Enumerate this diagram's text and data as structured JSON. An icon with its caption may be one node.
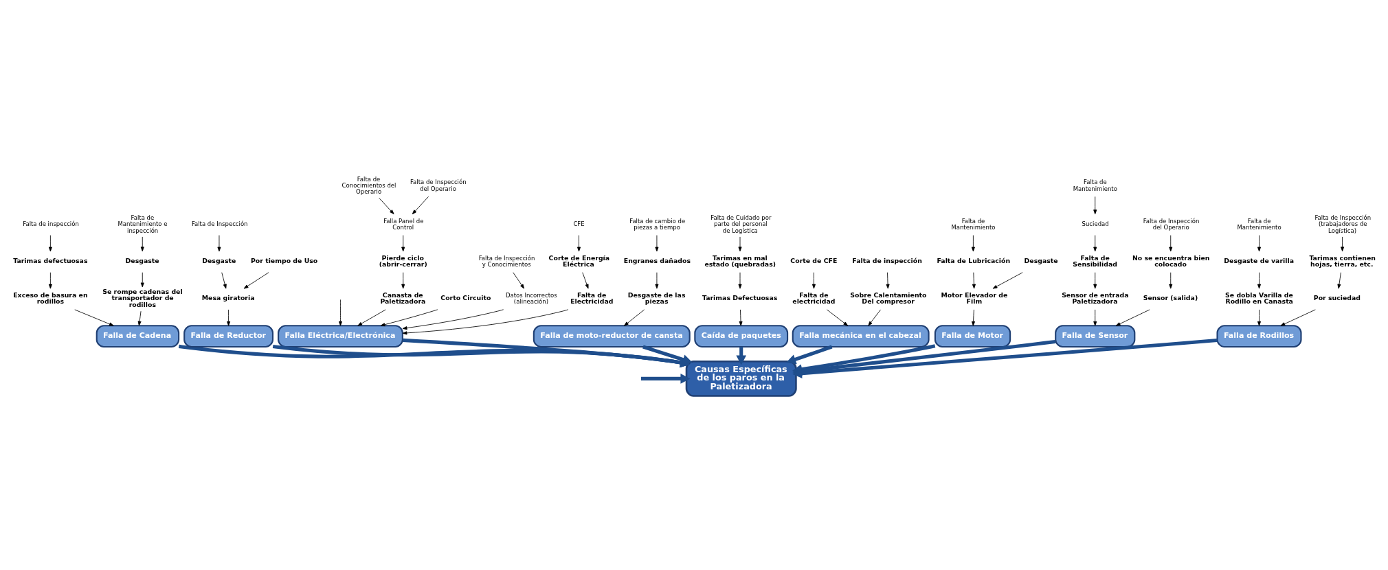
{
  "diagram": {
    "nodes": [
      {
        "text": [
          "Falla de Cadena"
        ]
      },
      {
        "text": [
          "Exceso de basura en rodillos"
        ]
      },
      {
        "text": [
          "Falta de inspección"
        ]
      },
      {
        "text": [
          "Tarimas defectuosas"
        ]
      },
      {
        "text": [
          "Falta de Mantenimiento e inspección"
        ]
      },
      {
        "text": [
          "Desgaste"
        ]
      },
      {
        "text": [
          "Se rompe cadenas del transportador de rodillos"
        ]
      },
      {
        "text": [
          "Falla de Reductor"
        ]
      },
      {
        "text": [
          "Desgaste"
        ]
      },
      {
        "text": [
          "Falta de Inspección"
        ]
      },
      {
        "text": [
          "Mesa giratoria"
        ]
      },
      {
        "text": [
          "Por tiempo de Uso"
        ]
      },
      {
        "text": [
          "Falla Eléctrica/Electrónica"
        ]
      },
      {
        "text": [
          "Canasta de Paletizadora"
        ]
      },
      {
        "text": [
          "Pierde ciclo (abrir-cerrar)"
        ]
      },
      {
        "text": [
          "Falla Panel de Control"
        ]
      },
      {
        "text": [
          "Falta de Conocimientos del Operario"
        ]
      },
      {
        "text": [
          "Falta de Inspección del Operario"
        ]
      },
      {
        "text": [
          "Corto Circuito"
        ]
      },
      {
        "text": [
          "Falta de Inspección y Conocimientos"
        ]
      },
      {
        "text": [
          "Datos Incorrectos (alineación)"
        ]
      },
      {
        "text": [
          "Corte de Energía Eléctrica"
        ]
      },
      {
        "text": [
          "CFE"
        ]
      },
      {
        "text": [
          "Falta de Electricidad"
        ]
      },
      {
        "text": [
          "Falla de moto-reductor de cansta"
        ]
      },
      {
        "text": [
          "Desgaste de las piezas"
        ]
      },
      {
        "text": [
          "Falta de cambio de piezas a tiempo"
        ]
      },
      {
        "text": [
          "Engranes dañados"
        ]
      },
      {
        "text": [
          "Causas Específicas de los paros en la Paletizadora"
        ]
      },
      {
        "text": [
          "Caída de paquetes"
        ]
      },
      {
        "text": [
          "Tarimas en mal estado (quebradas)"
        ]
      },
      {
        "text": [
          "Falta de Cuidado por parte del personal de Logística"
        ]
      },
      {
        "text": [
          "Tarimas Defectuosas"
        ]
      },
      {
        "text": [
          "Falla mecánica en el cabezal"
        ]
      },
      {
        "text": [
          "Corte de CFE"
        ]
      },
      {
        "text": [
          "Falta de electricidad"
        ]
      },
      {
        "text": [
          "Sobre Calentamiento Del compresor"
        ]
      },
      {
        "text": [
          "Falta de inspección"
        ]
      },
      {
        "text": [
          "Falla de Motor"
        ]
      },
      {
        "text": [
          "Motor Elevador de Film"
        ]
      },
      {
        "text": [
          "Falta de Lubricación"
        ]
      },
      {
        "text": [
          "Desgaste"
        ]
      },
      {
        "text": [
          "Falta de Mantenimiento"
        ]
      },
      {
        "text": [
          "Falla de Sensor"
        ]
      },
      {
        "text": [
          "Falta de Sensibilidad"
        ]
      },
      {
        "text": [
          "Suciedad"
        ]
      },
      {
        "text": [
          "Falta de Mantenimiento"
        ]
      },
      {
        "text": [
          "Sensor de entrada Paletizadora"
        ]
      },
      {
        "text": [
          "Sensor (salida)"
        ]
      },
      {
        "text": [
          "Falta de Inspección del Operario"
        ]
      },
      {
        "text": [
          "No se encuentra bien colocado"
        ]
      },
      {
        "text": [
          "Falla de Rodillos"
        ]
      },
      {
        "text": [
          "Desgaste de varilla"
        ]
      },
      {
        "text": [
          "Falta de Mantenimiento"
        ]
      },
      {
        "text": [
          "Se dobla Varilla de Rodillo en Canasta"
        ]
      },
      {
        "text": [
          "Tarimas contienen hojas, tierra, etc."
        ]
      },
      {
        "text": [
          "Falta de Inspección (trabajadores de Logística)"
        ]
      },
      {
        "text": [
          "Por suciedad"
        ]
      }
    ],
    "edges": [
      {
        "from": null,
        "to": 28,
        "arrow": "to",
        "style": "thick",
        "color": "#1f4e8c"
      },
      {
        "from": 0,
        "to": 28,
        "arrow": "to",
        "style": "thick",
        "color": "#1f4e8c"
      },
      {
        "from": 7,
        "to": 28,
        "arrow": "to",
        "style": "thick",
        "color": "#1f4e8c"
      },
      {
        "from": 12,
        "to": 28,
        "arrow": "to",
        "style": "thick",
        "color": "#1f4e8c"
      },
      {
        "from": 24,
        "to": 28,
        "arrow": "to",
        "style": "thick",
        "color": "#1f4e8c"
      },
      {
        "from": 29,
        "to": 28,
        "arrow": "to",
        "style": "thick",
        "color": "#1f4e8c"
      },
      {
        "from": 33,
        "to": 28,
        "arrow": "to",
        "style": "thick",
        "color": "#1f4e8c"
      },
      {
        "from": 38,
        "to": 28,
        "arrow": "to",
        "style": "thick",
        "color": "#1f4e8c"
      },
      {
        "from": 43,
        "to": 28,
        "arrow": "to",
        "style": "thick",
        "color": "#1f4e8c"
      },
      {
        "from": 51,
        "to": 28,
        "arrow": "to",
        "style": "thick",
        "color": "#1f4e8c"
      },
      {
        "from": 1,
        "to": 0,
        "arrow": "to"
      },
      {
        "from": 3,
        "to": 1,
        "arrow": "to"
      },
      {
        "from": 2,
        "to": 3,
        "arrow": "to"
      },
      {
        "from": 6,
        "to": 0,
        "arrow": "to"
      },
      {
        "from": 5,
        "to": 6,
        "arrow": "to"
      },
      {
        "from": 4,
        "to": 5,
        "arrow": "to"
      },
      {
        "from": 10,
        "to": 7,
        "arrow": "to"
      },
      {
        "from": 8,
        "to": 10,
        "arrow": "to"
      },
      {
        "from": 9,
        "to": 8,
        "arrow": "to"
      },
      {
        "from": 11,
        "to": 10,
        "arrow": "to"
      },
      {
        "from": 13,
        "to": 12,
        "arrow": "to"
      },
      {
        "from": 14,
        "to": 13,
        "arrow": "to"
      },
      {
        "from": 15,
        "to": 14,
        "arrow": "to"
      },
      {
        "from": 16,
        "to": 15,
        "arrow": "to"
      },
      {
        "from": 17,
        "to": 15,
        "arrow": "to"
      },
      {
        "from": null,
        "to": 12,
        "arrow": "to"
      },
      {
        "from": 18,
        "to": 12,
        "arrow": "to"
      },
      {
        "from": 20,
        "to": 12,
        "arrow": "to"
      },
      {
        "from": 19,
        "to": 20,
        "arrow": "to"
      },
      {
        "from": 23,
        "to": 12,
        "arrow": "to"
      },
      {
        "from": 21,
        "to": 23,
        "arrow": "to"
      },
      {
        "from": 22,
        "to": 21,
        "arrow": "to"
      },
      {
        "from": 25,
        "to": 24,
        "arrow": "to"
      },
      {
        "from": 27,
        "to": 25,
        "arrow": "to"
      },
      {
        "from": 26,
        "to": 27,
        "arrow": "to"
      },
      {
        "from": 32,
        "to": 29,
        "arrow": "to"
      },
      {
        "from": 30,
        "to": 32,
        "arrow": "to"
      },
      {
        "from": 31,
        "to": 30,
        "arrow": "to"
      },
      {
        "from": 35,
        "to": 33,
        "arrow": "to"
      },
      {
        "from": 34,
        "to": 35,
        "arrow": "to"
      },
      {
        "from": 36,
        "to": 33,
        "arrow": "to"
      },
      {
        "from": 37,
        "to": 36,
        "arrow": "to"
      },
      {
        "from": 39,
        "to": 38,
        "arrow": "to"
      },
      {
        "from": 41,
        "to": 39,
        "arrow": "to"
      },
      {
        "from": 40,
        "to": 39,
        "arrow": "to"
      },
      {
        "from": 42,
        "to": 40,
        "arrow": "to"
      },
      {
        "from": 47,
        "to": 43,
        "arrow": "to"
      },
      {
        "from": 44,
        "to": 47,
        "arrow": "to"
      },
      {
        "from": 45,
        "to": 44,
        "arrow": "to"
      },
      {
        "from": 46,
        "to": 45,
        "arrow": "to"
      },
      {
        "from": 48,
        "to": 43,
        "arrow": "to"
      },
      {
        "from": 50,
        "to": 48,
        "arrow": "to"
      },
      {
        "from": 49,
        "to": 50,
        "arrow": "to"
      },
      {
        "from": 54,
        "to": 51,
        "arrow": "to"
      },
      {
        "from": 52,
        "to": 54,
        "arrow": "to"
      },
      {
        "from": 53,
        "to": 52,
        "arrow": "to"
      },
      {
        "from": 57,
        "to": 51,
        "arrow": "to"
      },
      {
        "from": 55,
        "to": 57,
        "arrow": "to"
      },
      {
        "from": 56,
        "to": 55,
        "arrow": "to"
      }
    ]
  }
}
